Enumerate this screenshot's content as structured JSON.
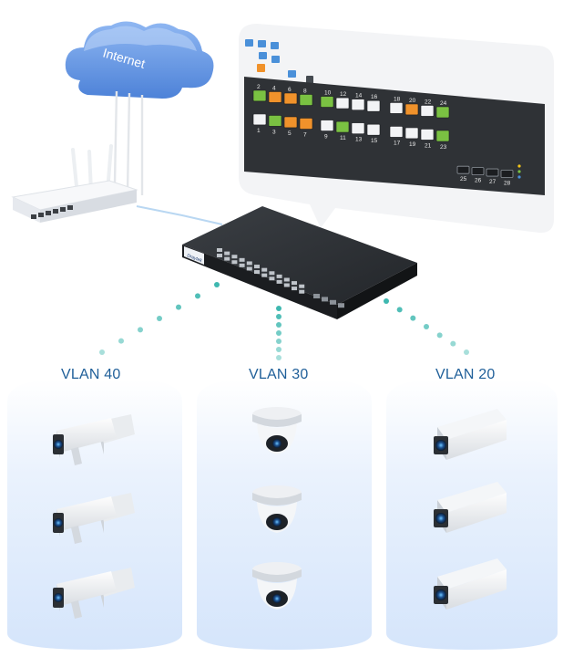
{
  "cloud": {
    "label": "Internet"
  },
  "vlans": [
    {
      "label": "VLAN 40",
      "device": "bullet-camera"
    },
    {
      "label": "VLAN 30",
      "device": "dome-camera"
    },
    {
      "label": "VLAN 20",
      "device": "box-camera"
    }
  ],
  "switch_panel": {
    "ports_top": [
      "2",
      "4",
      "6",
      "8",
      "10",
      "12",
      "14",
      "16",
      "18",
      "20",
      "22",
      "24"
    ],
    "ports_bottom": [
      "1",
      "3",
      "5",
      "7",
      "9",
      "11",
      "13",
      "15",
      "17",
      "19",
      "21",
      "23"
    ],
    "sfp_ports": [
      "25",
      "26",
      "27",
      "28"
    ]
  },
  "colors": {
    "vlan_label": "#1f5f99",
    "dots": "#3fb8b0",
    "cloud": "#5a8fe0",
    "port_green": "#7ac142",
    "port_orange": "#f0922b",
    "panel_dark": "#2f3236",
    "column_fill": "#e8f1fd"
  }
}
